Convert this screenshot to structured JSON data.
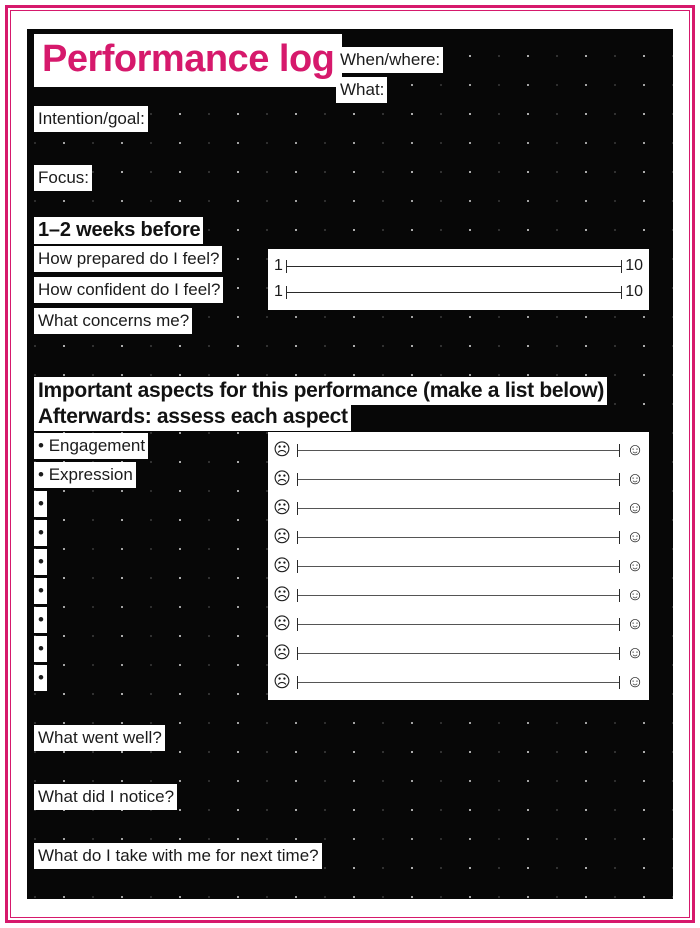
{
  "theme": {
    "accent": "#d6196c",
    "panel_bg": "#070707",
    "chip_bg": "#ffffff",
    "text": "#1b1b1b"
  },
  "header": {
    "title": "Performance log",
    "when_where_label": "When/where:",
    "what_label": "What:",
    "intention_label": "Intention/goal:",
    "focus_label": "Focus:"
  },
  "before_section": {
    "heading": "1–2 weeks before",
    "questions": [
      "How prepared do I feel?",
      "How confident do I feel?",
      "What concerns me?"
    ],
    "scales": [
      {
        "min_label": "1",
        "max_label": "10"
      },
      {
        "min_label": "1",
        "max_label": "10"
      }
    ]
  },
  "aspects_section": {
    "heading_line1": "Important aspects for this performance (make a list below)",
    "heading_line2": "Afterwards: assess each aspect",
    "bullet": "•",
    "face_low": "☹",
    "face_high": "☺",
    "items": [
      {
        "label": "Engagement"
      },
      {
        "label": "Expression"
      },
      {
        "label": ""
      },
      {
        "label": ""
      },
      {
        "label": ""
      },
      {
        "label": ""
      },
      {
        "label": ""
      },
      {
        "label": ""
      },
      {
        "label": ""
      }
    ]
  },
  "reflection_section": {
    "questions": [
      "What went well?",
      "What did I notice?",
      "What do I take with me for next time?"
    ]
  }
}
